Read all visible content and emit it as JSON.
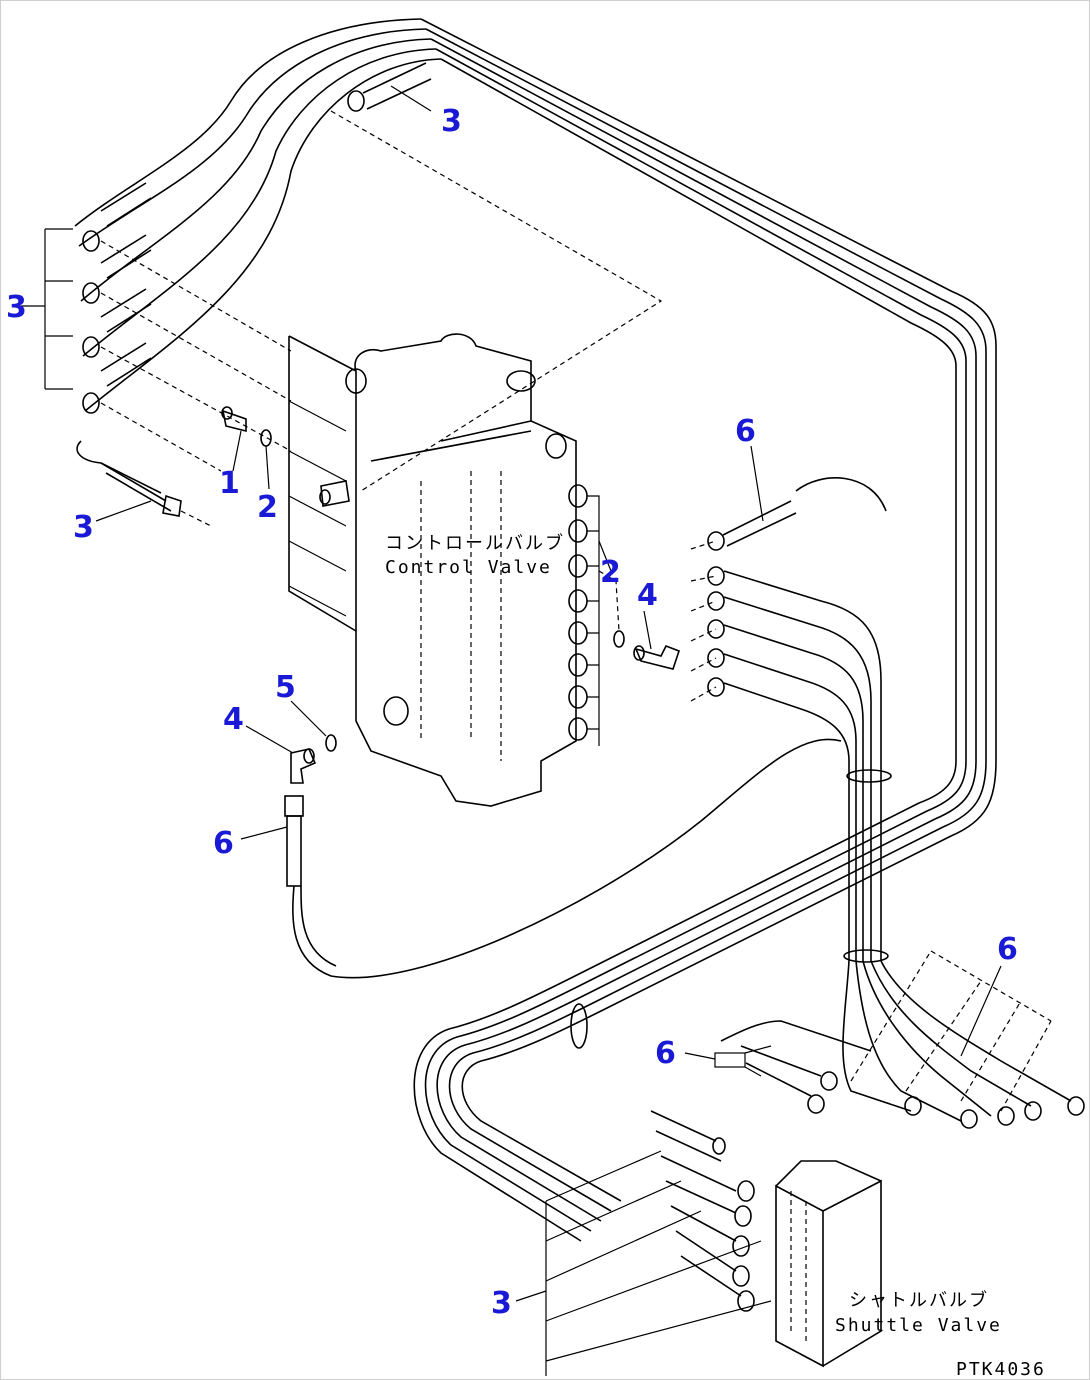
{
  "diagram": {
    "callouts": [
      "3",
      "3",
      "3",
      "1",
      "2",
      "6",
      "2",
      "4",
      "5",
      "4",
      "6",
      "6",
      "6",
      "3"
    ],
    "labels": {
      "control_valve_jp": "コントロールバルブ",
      "control_valve_en": "Control Valve",
      "shuttle_valve_jp": "シャトルバルブ",
      "shuttle_valve_en": "Shuttle Valve"
    },
    "drawing_id": "PTK4036"
  },
  "colors": {
    "callout": "#1a1ad6",
    "linework": "#000000",
    "background": "#ffffff"
  }
}
